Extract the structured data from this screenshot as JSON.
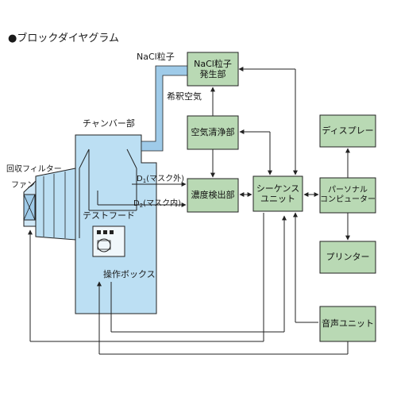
{
  "title": "●ブロックダイヤグラム",
  "colors": {
    "green_box": "#b9d9b4",
    "blue_fill": "#bcdff3",
    "blue_pipe": "#9fcbe9",
    "stroke": "#222222"
  },
  "blocks": {
    "nacl_generator": {
      "line1": "NaCl粒子",
      "line2": "発生部"
    },
    "air_cleaner": "空気清浄部",
    "concentration_detector": "濃度検出部",
    "sequence_unit": {
      "line1": "シーケンス",
      "line2": "ユニット"
    },
    "display": "ディスプレー",
    "personal_computer": {
      "line1": "パーソナル",
      "line2": "コンピューター"
    },
    "printer": "プリンター",
    "audio_unit": "音声ユニット"
  },
  "labels": {
    "nacl_particles": "NaCl粒子",
    "dilution_air": "希釈空気",
    "chamber": "チャンバー部",
    "recovery_filter": "回収フィルター",
    "fan": "ファン",
    "d1_letter": "D",
    "d1_sub": "1",
    "d1_text": "(マスク外)",
    "d2_letter": "D",
    "d2_sub": "2",
    "d2_text": "(マスク内)",
    "test_hood": "テストフード",
    "control_box": "操作ボックス"
  }
}
